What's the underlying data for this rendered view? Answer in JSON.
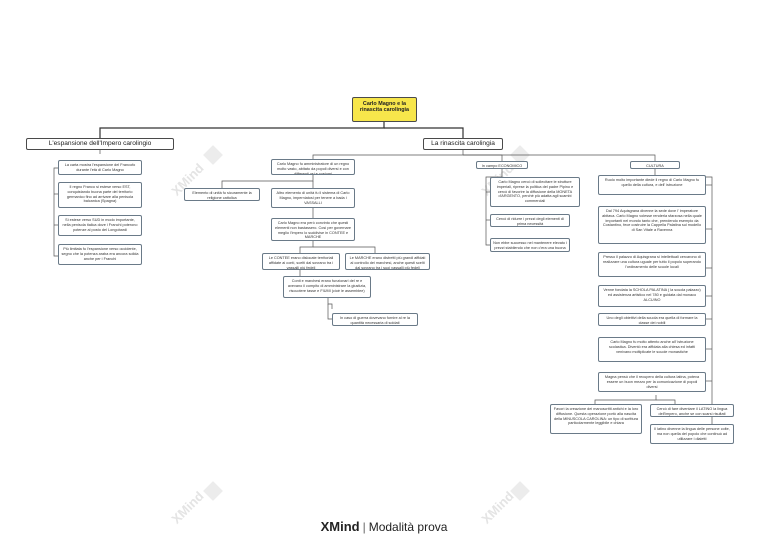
{
  "root": "Carlo Magno e la rinascita carolingia",
  "left": {
    "title": "L'espansione dell'Impero carolingio",
    "items": [
      "La carta mostra l'espansione del Francofo durante l'età di Carlo Magno",
      "Il regno Franco si estese verso EST, conquistando buona parte del territorio germanico fino ad arrivare alla penisola balcanica (Spagna)",
      "Si estese verso SUD in modo importante, nella penisola italica dove i Franchi poterono potenze al posto del Longobardi",
      "Più limitata fu l'espansione verso occidente, segno che la potenza araba era ancora solida anche per i Franchi"
    ]
  },
  "right": {
    "title": "La rinascita carolingia",
    "admin": {
      "text": "Carlo Magno fu amministratore di un regno molto vasto, abitato da popoli diversi e con differenti usi e costumi",
      "c1": "Elemento di unità fu sicuramente la religione cattolica",
      "c2": "Altro elemento di unità fu il sistema di Carlo Magno, imperniatosi per tenere a bada i VASSALLI",
      "c3": "Carlo Magno era però convinto che questi elementi non bastassero. Così per governare meglio l'impero lo suddivise in CONTEE e MARCHE",
      "contee": "Le CONTEE erano dislocate territoriali affidate ai conti, scelti dal sovrano tra i vassalli più fedeli",
      "marche": "Le MARCHE erano distretti più grandi affidati al controllo dei marchesi, anche questi scelti dal sovrano tra i suoi vassalli più fedeli",
      "d1": "Conti e marchesi erano funzionari del re e avevano il compito di amministrare la giustizia, riscuotere tasse e FIUMI (cioè le assemblee)",
      "d2": "In caso di guerra dovevano fornire al re la quantità necessaria di soldati"
    },
    "econ": {
      "title": "In campo ECONOMICO",
      "e1": "Carlo Magno cercò di sollecitare le strutture imperiali, riprese la politica del padre Pipino e cercò di favorire la diffusione della MONETA d'ARGENTO, perchè più adatta agli scambi commerciali",
      "e2": "Cercò di ridurre i prezzi degli elementi di prima necessità",
      "e3": "Non ebbe successo nel mantenere elevato i prezzi stabilendo che non c'era una buona regolamentazione"
    },
    "cult": {
      "title": "CULTURA",
      "k1": "Ruolo molto importante diede il regno di Carlo Magno fu quello della cultura, e dell' istruzione",
      "k2": "Dal 794 Aquisgrana divenne la sede dove l' imperatore abitava. Carlo Magno volesse renderla sfarzosa nella quale importanti nel mondo tanto che, prendendo esempio da Costantino, fece costruire la Cappella Palatina sul modello di San Vitale a Ravenna",
      "k3": "Presso il palazzo di Aquisgrana si intellettuali cercarono di realizzare una cultura uguale per tutto il popolo superando l'ordinamento delle scuole locali",
      "k4": "Venne fondata la SCHOLA PALATINA ( la scuola palazzo) ed assistenza artistico nel 780 e guidata dal monaco ALCUINO",
      "k5": "Uno degli obiettivi della scuola era quella di formare la classe dei nobili",
      "k6": "Carlo Magno fu molto attento anche all' istruzione scolastica. Diventò era affidata alla chiesa ed infatti venivano moltiplicate le scuole monastiche",
      "k7": "Magna pensò che il recupero della cultura latina, poteva essere un buon mezzo per la comunicazione di popoli diversi",
      "k8": "Favorì la creazione dei manoscritti antichi e la loro diffusione. Questa operazione portò alla nascita della MINUSCOLA CAROLINA: un tipo di scrittura particolarmente leggibile e chiara",
      "k9": "Cercò di fare diventare il LATINO la lingua dell'impero, anche se con scarsi risultati",
      "k10": "Il latino divenne la lingua delle persone colte, ma non quella del popolo che continuò ad utilizzare i dialetti"
    }
  },
  "watermark": "XMind",
  "watermark_sub": "Modalità prova",
  "footer": {
    "brand": "XMind",
    "mode": "Modalità prova"
  }
}
